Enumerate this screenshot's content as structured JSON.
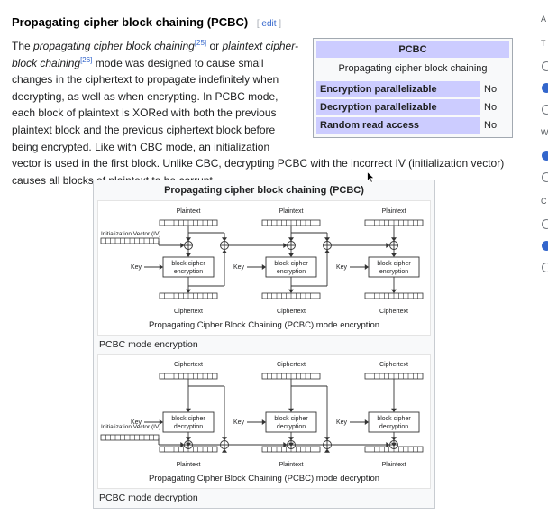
{
  "section": {
    "heading": "Propagating cipher block chaining (PCBC)",
    "edit_link": "edit",
    "edit_open": "[",
    "edit_close": "]"
  },
  "paragraph": {
    "t1": "The ",
    "i1": "propagating cipher block chaining",
    "ref1": "[25]",
    "t2": " or ",
    "i2": "plaintext cipher-block chaining",
    "ref2": "[26]",
    "t3": " mode was designed to cause small changes in the ciphertext to propagate indefinitely when decrypting, as well as when encrypting. In PCBC mode, each block of plaintext is XORed with both the previous plaintext block and the previous ciphertext block before being encrypted. Like with CBC mode, an initialization vector is used in the first block. Unlike CBC, decrypting PCBC with the incorrect IV (initialization vector) causes all blocks of plaintext to be corrupt."
  },
  "infobox": {
    "title": "PCBC",
    "subtitle": "Propagating cipher block chaining",
    "rows": [
      {
        "key": "Encryption parallelizable",
        "value": "No"
      },
      {
        "key": "Decryption parallelizable",
        "value": "No"
      },
      {
        "key": "Random read access",
        "value": "No"
      }
    ]
  },
  "figure": {
    "title": "Propagating cipher block chaining (PCBC)",
    "encryption": {
      "top_label": "Plaintext",
      "bottom_label": "Ciphertext",
      "iv_label": "Initialization Vector (IV)",
      "key_label": "Key",
      "box_line1": "block cipher",
      "box_line2": "encryption",
      "diagram_caption": "Propagating Cipher Block Chaining (PCBC) mode encryption",
      "caption": "PCBC mode encryption"
    },
    "decryption": {
      "top_label": "Ciphertext",
      "bottom_label": "Plaintext",
      "iv_label": "Initialization Vector (IV)",
      "key_label": "Key",
      "box_line1": "block cipher",
      "box_line2": "decryption",
      "diagram_caption": "Propagating Cipher Block Chaining (PCBC) mode decryption",
      "caption": "PCBC mode decryption"
    }
  },
  "sidebar": {
    "letters": [
      "A",
      "T",
      "W",
      "C"
    ]
  }
}
